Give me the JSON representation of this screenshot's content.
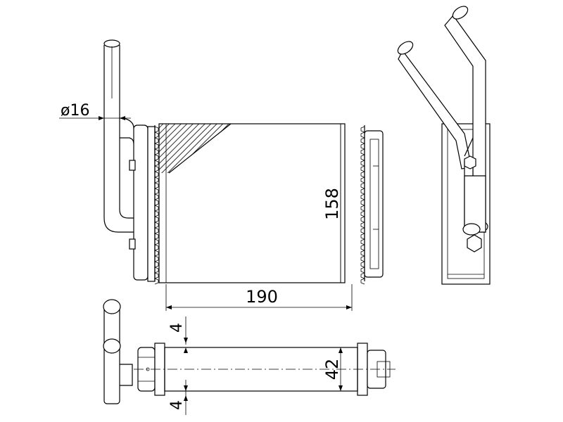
{
  "dimensions": {
    "pipe_diameter": "ø16",
    "height": "158",
    "width": "190",
    "depth": "42",
    "tank_top": "4",
    "tank_bottom": "4"
  },
  "colors": {
    "line": "#000000",
    "background": "#ffffff"
  }
}
